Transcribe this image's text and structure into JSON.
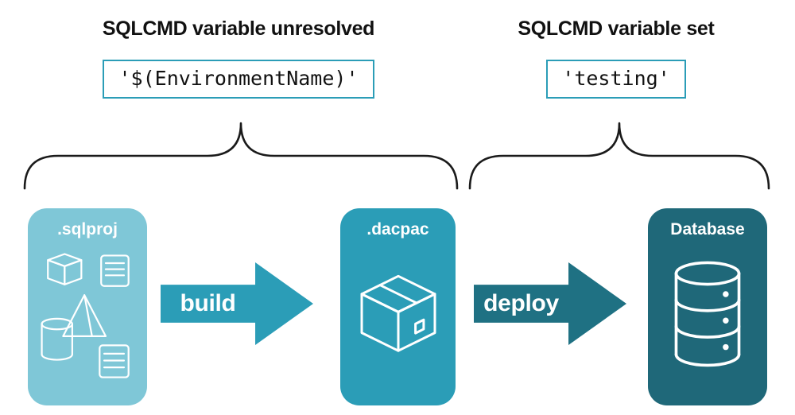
{
  "left_section": {
    "heading": "SQLCMD variable unresolved",
    "code": "'$(EnvironmentName)'"
  },
  "right_section": {
    "heading": "SQLCMD variable set",
    "code": "'testing'"
  },
  "pipeline": {
    "sqlproj_label": ".sqlproj",
    "build_label": "build",
    "dacpac_label": ".dacpac",
    "deploy_label": "deploy",
    "database_label": "Database"
  },
  "icons": {
    "sqlproj": "sql-objects-icon",
    "dacpac": "package-box-icon",
    "database": "database-cylinder-icon"
  },
  "colors": {
    "light_teal": "#7FC7D7",
    "medium_teal": "#2B9DB7",
    "dark_teal": "#1F6879",
    "deploy_teal": "#1F7183",
    "code_border": "#2B9DB7",
    "text": "#111111"
  }
}
